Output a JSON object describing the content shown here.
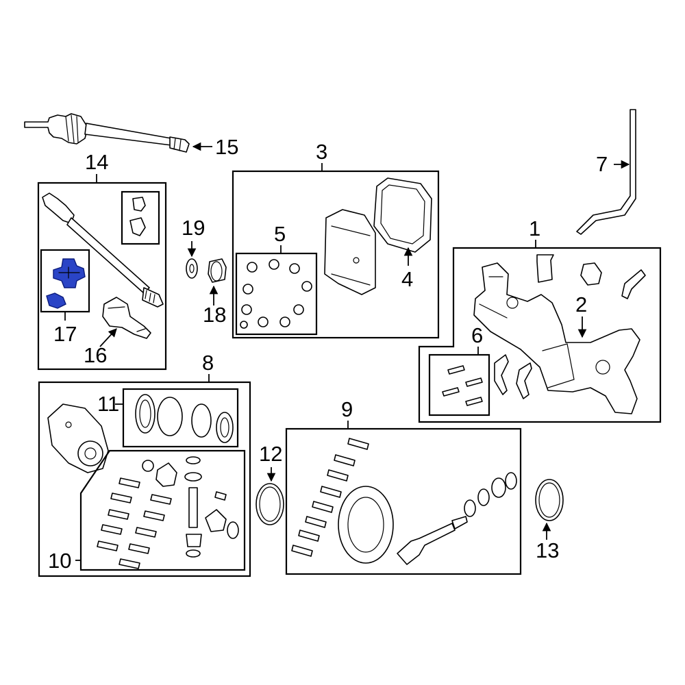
{
  "callouts": {
    "c1": "1",
    "c2": "2",
    "c3": "3",
    "c4": "4",
    "c5": "5",
    "c6": "6",
    "c7": "7",
    "c8": "8",
    "c9": "9",
    "c10": "10",
    "c11": "11",
    "c12": "12",
    "c13": "13",
    "c14": "14",
    "c15": "15",
    "c16": "16",
    "c17": "17",
    "c18": "18",
    "c19": "19"
  },
  "colors": {
    "highlight": "#2a44c6",
    "line": "#000000",
    "background": "#ffffff"
  }
}
